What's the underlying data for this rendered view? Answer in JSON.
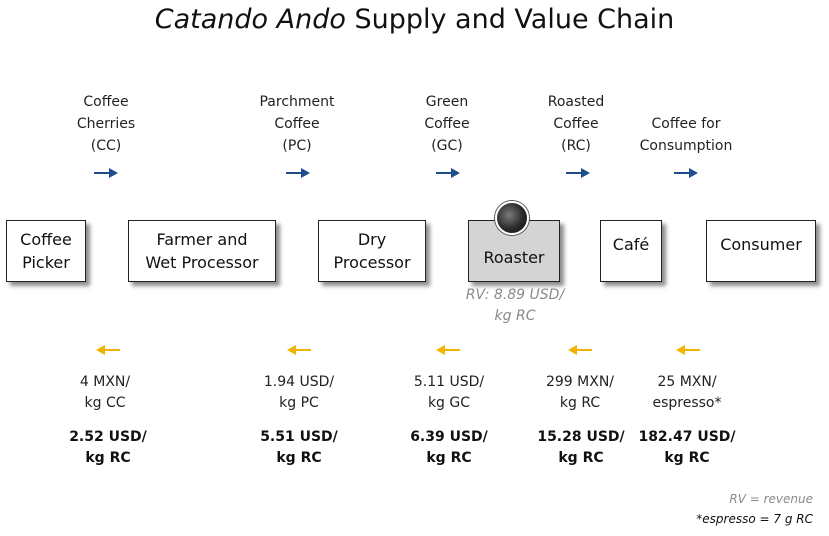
{
  "title": {
    "italic": "Catando Ando",
    "rest": " Supply and Value Chain"
  },
  "colors": {
    "forward_arrow": "#1f4e8c",
    "backward_arrow": "#f0b400",
    "highlight_fill": "#d4d4d4",
    "note_gray": "#8a8a8a"
  },
  "flows": [
    {
      "lines": [
        "Coffee",
        "Cherries",
        "(CC)"
      ]
    },
    {
      "lines": [
        "Parchment",
        "Coffee",
        "(PC)"
      ]
    },
    {
      "lines": [
        "Green",
        "Coffee",
        "(GC)"
      ]
    },
    {
      "lines": [
        "Roasted",
        "Coffee",
        "(RC)"
      ]
    },
    {
      "lines": [
        "Coffee for",
        "Consumption"
      ]
    }
  ],
  "nodes": [
    {
      "lines": [
        "Coffee",
        "Picker"
      ]
    },
    {
      "lines": [
        "Farmer and",
        "Wet Processor"
      ]
    },
    {
      "lines": [
        "Dry",
        "Processor"
      ]
    },
    {
      "lines": [
        "Roaster"
      ],
      "highlight": true
    },
    {
      "lines": [
        "Café"
      ]
    },
    {
      "lines": [
        "Consumer"
      ]
    }
  ],
  "roaster_note": [
    "RV: 8.89 USD/",
    "kg RC"
  ],
  "prices": [
    {
      "local": [
        "4 MXN/",
        "kg CC"
      ],
      "rc": [
        "2.52 USD/",
        "kg RC"
      ]
    },
    {
      "local": [
        "1.94 USD/",
        "kg PC"
      ],
      "rc": [
        "5.51 USD/",
        "kg RC"
      ]
    },
    {
      "local": [
        "5.11 USD/",
        "kg GC"
      ],
      "rc": [
        "6.39 USD/",
        "kg RC"
      ]
    },
    {
      "local": [
        "299 MXN/",
        "kg RC"
      ],
      "rc": [
        "15.28 USD/",
        "kg RC"
      ]
    },
    {
      "local": [
        "25 MXN/",
        "espresso*"
      ],
      "rc": [
        "182.47 USD/",
        "kg RC"
      ]
    }
  ],
  "footnotes": {
    "rv": "RV = revenue",
    "espresso": "*espresso = 7 g RC"
  }
}
